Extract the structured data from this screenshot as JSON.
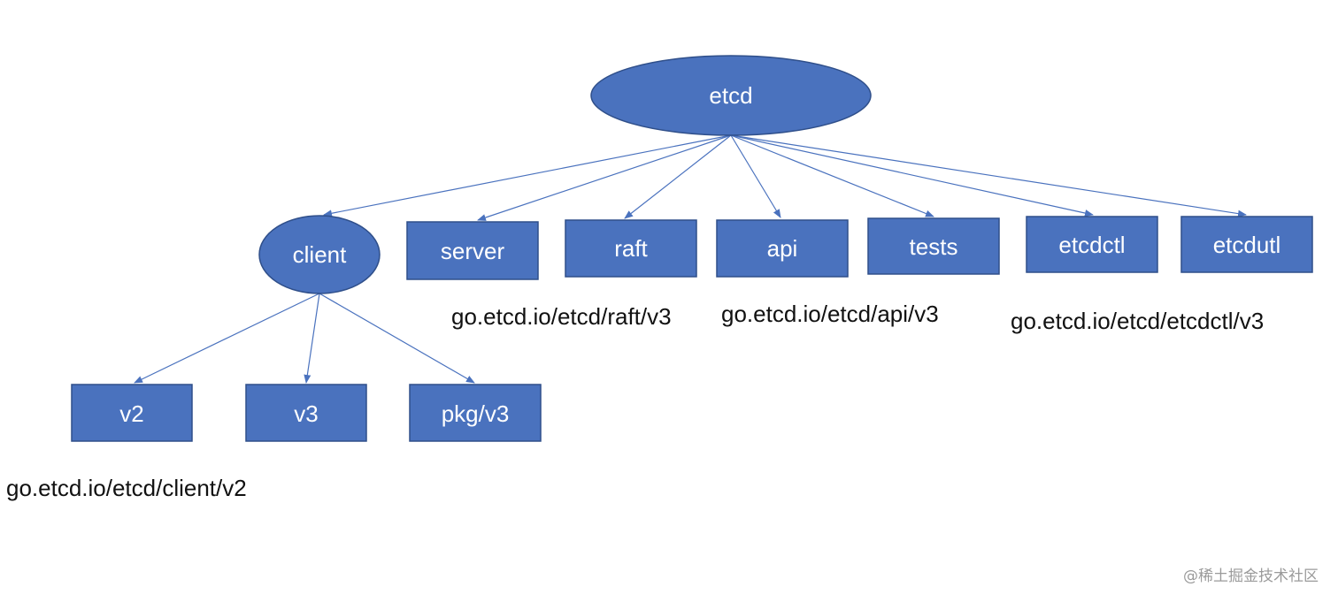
{
  "nodes": {
    "etcd": "etcd",
    "client": "client",
    "server": "server",
    "raft": "raft",
    "api": "api",
    "tests": "tests",
    "etcdctl": "etcdctl",
    "etcdutl": "etcdutl",
    "v2": "v2",
    "v3": "v3",
    "pkg_v3": "pkg/v3"
  },
  "module_paths": {
    "raft": "go.etcd.io/etcd/raft/v3",
    "api": "go.etcd.io/etcd/api/v3",
    "etcdctl": "go.etcd.io/etcd/etcdctl/v3",
    "client_v2": "go.etcd.io/etcd/client/v2"
  },
  "watermark": "@稀土掘金技术社区",
  "colors": {
    "node_fill": "#4a72be",
    "edge": "#4a72be",
    "text": "#111111"
  }
}
